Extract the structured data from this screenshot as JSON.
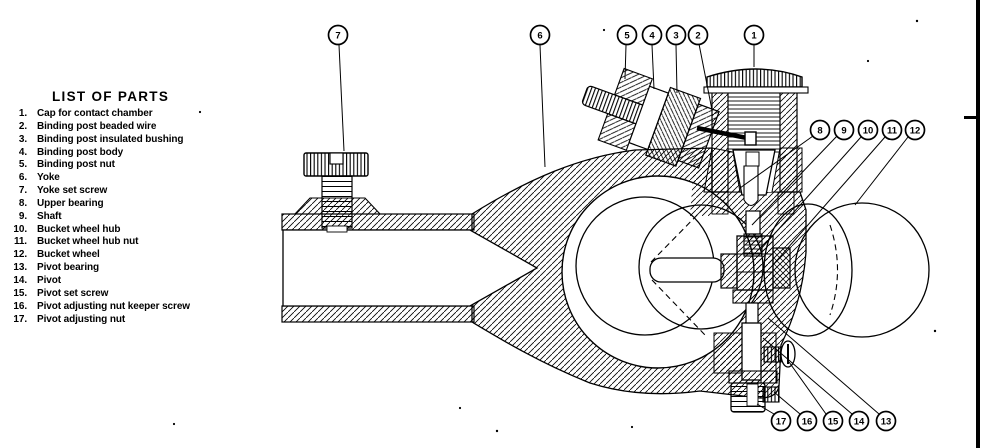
{
  "page": {
    "background": "#ffffff",
    "ink": "#000000"
  },
  "parts_list": {
    "title": "LIST OF PARTS",
    "items": [
      {
        "num": "1.",
        "label": "Cap for contact chamber"
      },
      {
        "num": "2.",
        "label": "Binding post beaded wire"
      },
      {
        "num": "3.",
        "label": "Binding post insulated bushing"
      },
      {
        "num": "4.",
        "label": "Binding post body"
      },
      {
        "num": "5.",
        "label": "Binding post nut"
      },
      {
        "num": "6.",
        "label": "Yoke"
      },
      {
        "num": "7.",
        "label": "Yoke set screw"
      },
      {
        "num": "8.",
        "label": "Upper bearing"
      },
      {
        "num": "9.",
        "label": "Shaft"
      },
      {
        "num": "10.",
        "label": "Bucket wheel hub"
      },
      {
        "num": "11.",
        "label": "Bucket wheel hub nut"
      },
      {
        "num": "12.",
        "label": "Bucket wheel"
      },
      {
        "num": "13.",
        "label": "Pivot bearing"
      },
      {
        "num": "14.",
        "label": "Pivot"
      },
      {
        "num": "15.",
        "label": "Pivot set screw"
      },
      {
        "num": "16.",
        "label": "Pivot adjusting nut keeper screw"
      },
      {
        "num": "17.",
        "label": "Pivot adjusting nut"
      }
    ]
  },
  "callouts": {
    "c1": "1",
    "c2": "2",
    "c3": "3",
    "c4": "4",
    "c5": "5",
    "c6": "6",
    "c7": "7",
    "c8": "8",
    "c9": "9",
    "c10": "10",
    "c11": "11",
    "c12": "12",
    "c13": "13",
    "c14": "14",
    "c15": "15",
    "c16": "16",
    "c17": "17"
  }
}
